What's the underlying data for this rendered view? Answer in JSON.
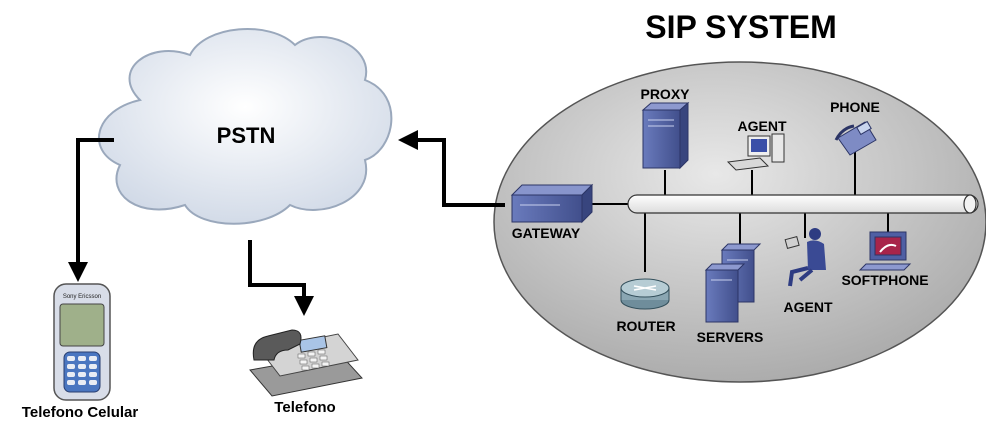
{
  "title": "SIP SYSTEM",
  "cloud": {
    "label": "PSTN"
  },
  "nodes": {
    "gateway": "GATEWAY",
    "proxy": "PROXY",
    "agent_pc": "AGENT",
    "phone": "PHONE",
    "router": "ROUTER",
    "servers": "SERVERS",
    "agent_person": "AGENT",
    "softphone": "SOFTPHONE"
  },
  "endpoints": {
    "cellphone": "Telefono Celular",
    "cellphone_brand": "Sony Ericsson",
    "desk_phone": "Telefono"
  },
  "colors": {
    "ellipse_fill": "#c8c8c8",
    "cloud_fill": "#e6ecf4",
    "device_blue": "#5868a8",
    "line": "#000000"
  }
}
